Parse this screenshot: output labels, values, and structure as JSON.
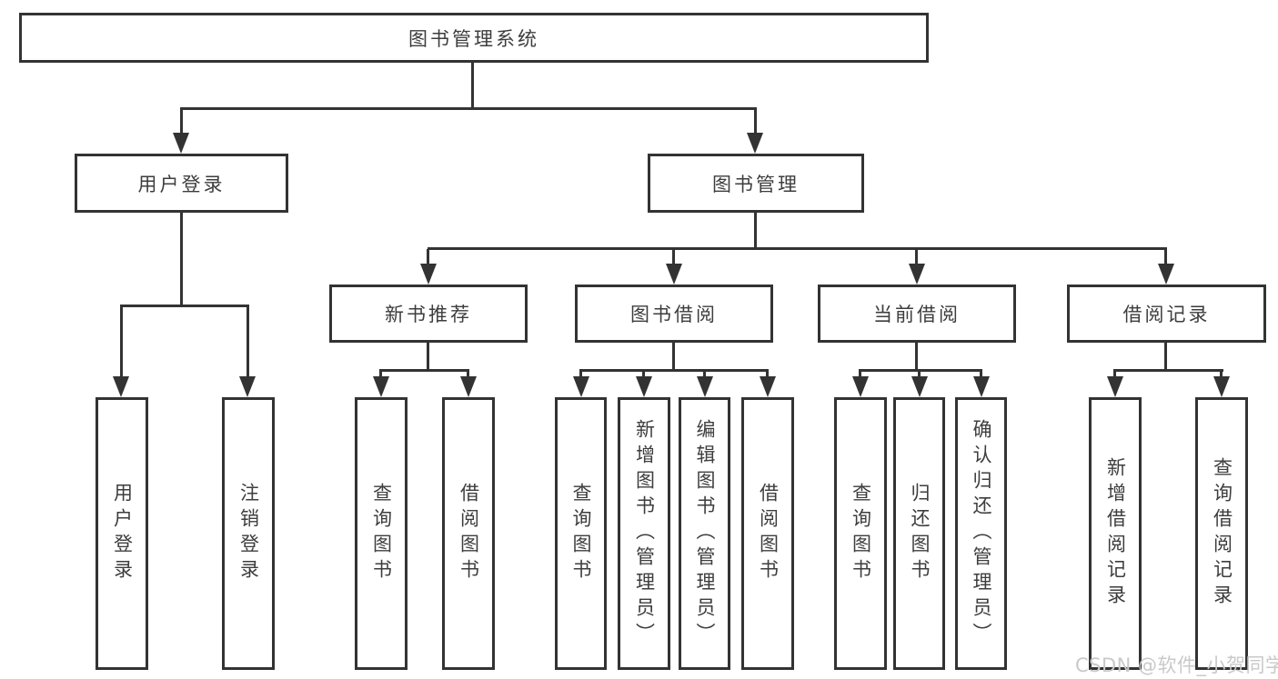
{
  "diagram_title": "图书管理系统",
  "colors": {
    "line": "#333333",
    "text": "#3d3d3d",
    "background": "#ffffff",
    "watermark": "#c9c9c9"
  },
  "nodes": {
    "root": "图书管理系统",
    "user_login": "用户登录",
    "book_mgmt": "图书管理",
    "new_book": "新书推荐",
    "book_borrow": "图书借阅",
    "current_borrow": "当前借阅",
    "borrow_records": "借阅记录",
    "leaf_user_login": "用户登录",
    "leaf_logout": "注销登录",
    "leaf_nb_query": "查询图书",
    "leaf_nb_borrow": "借阅图书",
    "leaf_bb_query": "查询图书",
    "leaf_bb_add": "新增图书（管理员）",
    "leaf_bb_edit": "编辑图书（管理员）",
    "leaf_bb_borrow": "借阅图书",
    "leaf_cb_query": "查询图书",
    "leaf_cb_return": "归还图书",
    "leaf_cb_confirm": "确认归还（管理员）",
    "leaf_br_add": "新增借阅记录",
    "leaf_br_query": "查询借阅记录"
  },
  "watermark": "CSDN @软件_小贺同学"
}
